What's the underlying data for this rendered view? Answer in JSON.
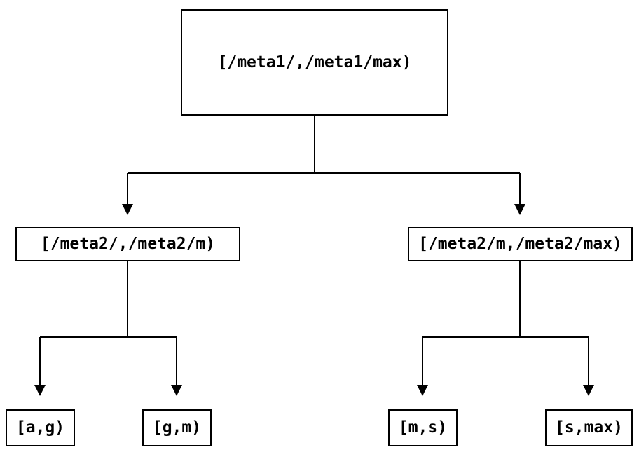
{
  "diagram": {
    "type": "tree",
    "background_color": "#ffffff",
    "line_color": "#000000",
    "text_color": "#000000",
    "nodes": {
      "root": {
        "label": "[/meta1/,/meta1/max)"
      },
      "mid_left": {
        "label": "[/meta2/,/meta2/m)"
      },
      "mid_right": {
        "label": "[/meta2/m,/meta2/max)"
      },
      "leaf_ag": {
        "label": "[a,g)"
      },
      "leaf_gm": {
        "label": "[g,m)"
      },
      "leaf_ms": {
        "label": "[m,s)"
      },
      "leaf_smax": {
        "label": "[s,max)"
      }
    },
    "edges": [
      {
        "from": "root",
        "to": "mid_left"
      },
      {
        "from": "root",
        "to": "mid_right"
      },
      {
        "from": "mid_left",
        "to": "leaf_ag"
      },
      {
        "from": "mid_left",
        "to": "leaf_gm"
      },
      {
        "from": "mid_right",
        "to": "leaf_ms"
      },
      {
        "from": "mid_right",
        "to": "leaf_smax"
      }
    ]
  }
}
